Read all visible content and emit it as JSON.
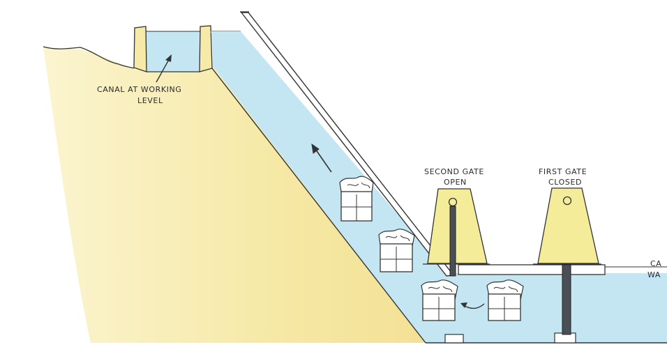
{
  "labels": {
    "canal_top_line1": "CANAL AT WORKING",
    "canal_top_line2": "LEVEL",
    "second_gate_line1": "SECOND GATE",
    "second_gate_line2": "OPEN",
    "first_gate_line1": "FIRST GATE",
    "first_gate_line2": "CLOSED",
    "canal_right_line1": "CA",
    "canal_right_line2": "WA"
  },
  "colors": {
    "water": "#c4e6f3",
    "earth": "#f6eaa8",
    "gate": "#f5ec9a",
    "outline": "#333333",
    "post": "#4a4f55"
  }
}
